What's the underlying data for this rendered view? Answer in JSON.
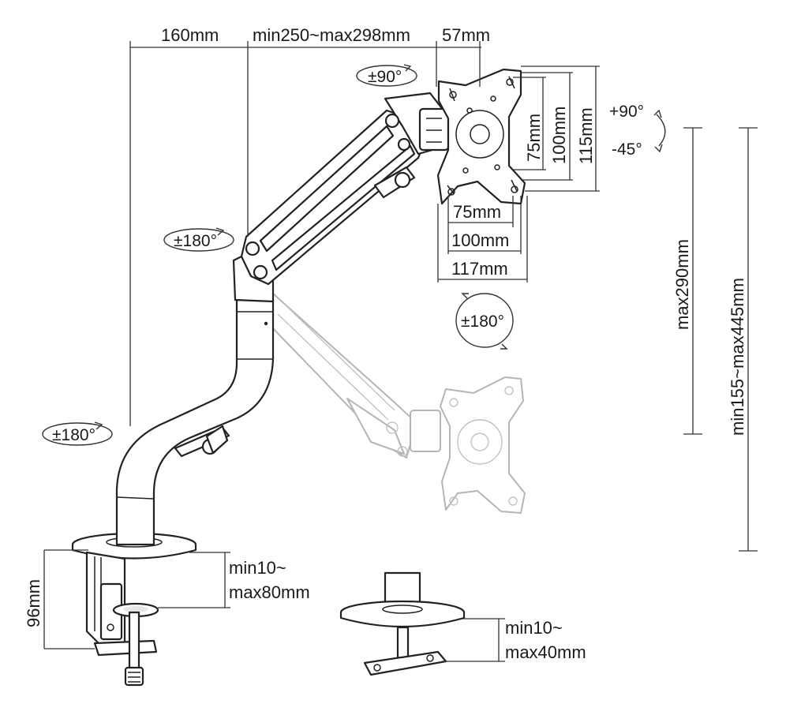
{
  "dimensions": {
    "top_left": "160mm",
    "top_middle": "min250~max298mm",
    "top_right": "57mm",
    "vesa_h_75": "75mm",
    "vesa_h_100": "100mm",
    "vesa_h_117": "117mm",
    "vesa_v_75": "75mm",
    "vesa_v_100": "100mm",
    "vesa_v_115": "115mm",
    "height_max": "max290mm",
    "height_range": "min155~max445mm",
    "clamp_height": "96mm",
    "clamp_range_a": "min10~",
    "clamp_range_b": "max80mm",
    "grommet_range_a": "min10~",
    "grommet_range_b": "max40mm"
  },
  "rotations": {
    "head_swivel": "±90°",
    "tilt_up": "+90°",
    "tilt_down": "-45°",
    "elbow": "±180°",
    "pole": "±180°",
    "screen": "±180°"
  }
}
